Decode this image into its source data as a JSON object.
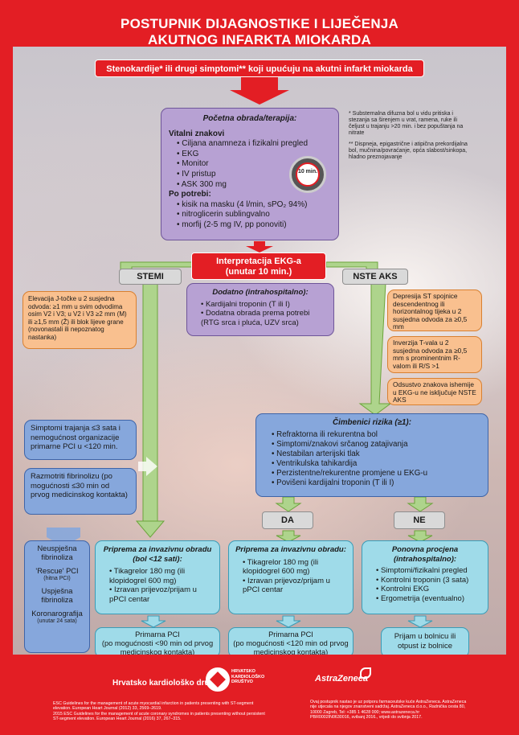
{
  "title": {
    "line1": "POSTUPNIK DIJAGNOSTIKE I LIJEČENJA",
    "line2": "AKUTNOG INFARKTA MIOKARDA"
  },
  "top_bar": "Stenokardije* ili drugi simptomi** koji upućuju na akutni infarkt miokarda",
  "initial": {
    "heading": "Početna obrada/terapija:",
    "vital": "Vitalni znakovi",
    "items": [
      "Ciljana anamneza i fizikalni pregled",
      "EKG",
      "Monitor",
      "IV pristup",
      "ASK 300 mg"
    ],
    "needed": "Po potrebi:",
    "needed_items": [
      "kisik na masku (4 l/min, sPO₂ 94%)",
      "nitroglicerin sublingvalno",
      "morfij (2-5 mg IV, pp ponoviti)"
    ],
    "clock_label": "10 min."
  },
  "notes": {
    "n1": "* Substernalna difuzna bol u vidu pritiska i stezanja sa širenjem u vrat, ramena, ruke ili čeljust u trajanju >20 min. i bez popuštanja na nitrate",
    "n2": "** Dispneja, epigastrične i atipična prekordijalna bol, mučnina/povraćanje, opća slabost/sinkopa, hladno preznojavanje"
  },
  "ekg": {
    "line1": "Interpretacija EKG-a",
    "line2": "(unutar 10 min.)"
  },
  "stemi_label": "STEMI",
  "nste_label": "NSTE AKS",
  "additional": {
    "heading": "Dodatno (intrahospitalno):",
    "items": [
      "Kardijalni troponin (T ili I)",
      "Dodatna obrada prema potrebi (RTG srca i pluća, UZV srca)"
    ]
  },
  "stemi_criteria": "Elevacija J-točke u 2 susjedna odvoda: ≥1 mm u svim odvodima osim V2 i V3; u V2 i V3 ≥2 mm (M) ili ≥1,5 mm (Ž) ili blok lijeve grane (novonastali ili nepoznatog nastanka)",
  "nste_criteria": [
    "Depresija ST spojnice descendentnog ili horizontalnog tijeka u 2 susjedna odvoda za ≥0,5 mm",
    "Inverzija T-vala u 2 susjedna odvoda za ≥0,5 mm s prominentnim R-valom ili R/S >1",
    "Odsustvo znakova ishemije u EKG-u ne isključuje NSTE AKS"
  ],
  "symptoms_box": "Simptomi trajanja ≤3 sata i nemogućnost organizacije primarne PCI u <120 min.",
  "fibrinolysis_box": "Razmotriti fibrinolizu (po mogućnosti ≤30 min od prvog medicinskog kontakta)",
  "risk": {
    "heading": "Čimbenici rizika (≥1):",
    "items": [
      "Refraktorna ili rekurentna bol",
      "Simptomi/znakovi srčanog zatajivanja",
      "Nestabilan arterijski tlak",
      "Ventrikulska tahikardija",
      "Perzistentne/rekurentne promjene u EKG-u",
      "Povišeni kardijalni troponin (T ili I)"
    ]
  },
  "da": "DA",
  "ne": "NE",
  "left_col": {
    "failed": "Neuspješna fibrinoliza",
    "rescue": "'Rescue' PCI",
    "rescue_sub": "(hitna PCI)",
    "success": "Uspješna fibrinoliza",
    "coro": "Koronarografija",
    "coro_sub": "(unutar 24 sata)"
  },
  "prep1": {
    "heading": "Priprema za invazivnu obradu (bol <12 sati):",
    "items": [
      "Tikagrelor 180 mg (ili klopidogrel 600 mg)",
      "Izravan prijevoz/prijam u pPCI centar"
    ]
  },
  "prep2": {
    "heading": "Priprema za invazivnu obradu:",
    "items": [
      "Tikagrelor 180 mg (ili klopidogrel 600 mg)",
      "Izravan prijevoz/prijam u pPCI centar"
    ]
  },
  "reassess": {
    "heading": "Ponovna procjena (intrahospitalno):",
    "items": [
      "Simptomi/fizikalni pregled",
      "Kontrolni troponin (3 sata)",
      "Kontrolni EKG",
      "Ergometrija (eventualno)"
    ]
  },
  "pci1": {
    "line1": "Primarna PCI",
    "line2": "(po mogućnosti <90 min od prvog medicinskog kontakta)"
  },
  "pci2": {
    "line1": "Primarna PCI",
    "line2": "(po mogućnosti <120 min od prvog medicinskog kontakta)"
  },
  "discharge": "Prijam u bolnicu ili otpust iz bolnice",
  "footer": {
    "society": "Hrvatsko kardiološko društvo",
    "logo_text": "HRVATSKO KARDIOLOŠKO DRUŠTVO",
    "brand": "AstraZeneca",
    "ref1": "ESC Guidelines for the management of acute myocardial infarction in patients presenting with ST-segment elevation. European Heart Journal (2012) 33, 2569–2619.",
    "ref2": "2015 ESC Guidelines for the management of acute coronary syndromes in patients presenting without persistent ST-segment elevation. European Heart Journal (2016) 37, 267–315.",
    "info": "Ovaj postupnik nastao je uz potporu farmaceutske kuće AstraZeneca. AstraZeneca nije utjecala na njegov znanstveni sadržaj. AstraZeneca d.o.o., Radnička cesta 80, 10000 Zagreb, Tel: +385 1 4628 000; www.astrazeneca.hr",
    "code": "PBR0002IN0630016, svibanj 2016., vrijedi do svibnja 2017."
  },
  "colors": {
    "red": "#e31e24",
    "purple": "#b7a1d3",
    "orange": "#f9c08f",
    "blue": "#86a7dc",
    "cyan": "#9fdbe9",
    "green": "#aed48c"
  }
}
